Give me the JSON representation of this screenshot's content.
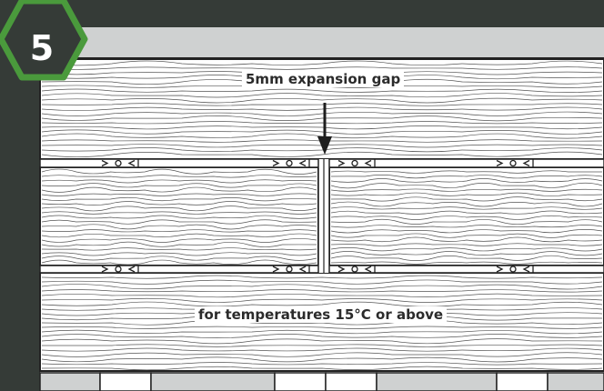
{
  "step": {
    "number": "5"
  },
  "labels": {
    "gap_callout": "5mm expansion gap",
    "temperature_note": "for temperatures 15°C or above"
  },
  "colors": {
    "background": "#353b37",
    "badge_border": "#4a9a3c",
    "badge_fill": "#353b37",
    "floor_bg": "#ffffff",
    "wood_line": "#4a4a4a",
    "rail_top": "#cfd1d1",
    "text": "#2b2b2b"
  },
  "icons": {
    "arrow": "down-arrow-icon",
    "spacer": "spacer-clip-icon"
  }
}
